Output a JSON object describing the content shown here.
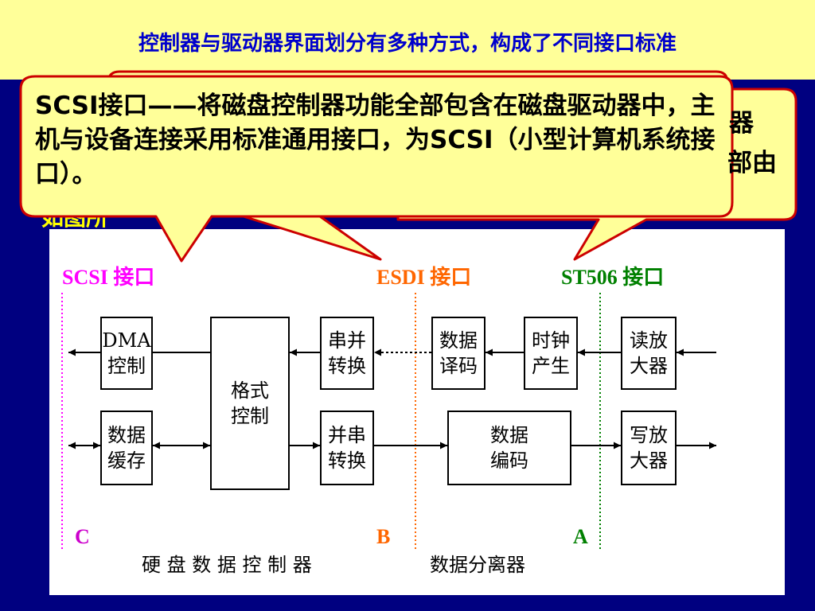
{
  "slide": {
    "title": "控制器与驱动器界面划分有多种方式，构成了不同接口标准"
  },
  "callouts": {
    "main_text": "SCSI接口——将磁盘控制器功能全部包含在磁盘驱动器中，主机与设备连接采用标准通用接口，为SCSI（小型计算机系统接口）。",
    "back_text_line1": "器",
    "back_text_line2": "部由",
    "hidden_text_fragment": "如图所"
  },
  "diagram": {
    "interfaces": [
      {
        "label": "SCSI 接口",
        "point": "C",
        "color": "#FF00FF"
      },
      {
        "label": "ESDI 接口",
        "point": "B",
        "color": "#FF6600"
      },
      {
        "label": "ST506 接口",
        "point": "A",
        "color": "#008000"
      }
    ],
    "point_colors": {
      "C": "#CC00CC",
      "B": "#FF6600",
      "A": "#008000"
    },
    "blocks": {
      "dma": "DMA\n控制",
      "format": "格式\n控制",
      "ser_par": "串并\n转换",
      "decode": "数据\n译码",
      "clock": "时钟\n产生",
      "read_amp": "读放\n大器",
      "buffer": "数据\n缓存",
      "par_ser": "并串\n转换",
      "encode": "数据\n编码",
      "write_amp": "写放\n大器"
    },
    "captions": {
      "controller": "硬 盘 数 据 控 制 器",
      "separator": "数据分离器"
    }
  }
}
